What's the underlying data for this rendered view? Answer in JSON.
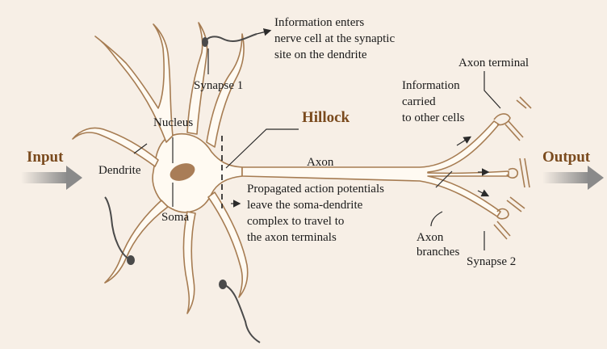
{
  "colors": {
    "background": "#f7efe6",
    "cell_fill": "#fffaf2",
    "cell_outline": "#a67c52",
    "nucleus": "#a97d57",
    "hillock_label": "#7a4a1d",
    "io_label": "#7a4a1d",
    "pointer": "#2b2b2b",
    "synapse_line": "#4a4a4a"
  },
  "labels": {
    "input": "Input",
    "output": "Output",
    "hillock": "Hillock",
    "dendrite": "Dendrite",
    "nucleus": "Nucleus",
    "soma": "Soma",
    "axon": "Axon",
    "axon_terminal": "Axon terminal",
    "synapse_1": "Synapse 1",
    "synapse_2": "Synapse 2",
    "axon_branches": [
      "Axon",
      "branches"
    ],
    "info_enters": [
      "Information enters",
      "nerve cell at the synaptic",
      "site on the dendrite"
    ],
    "info_carried": [
      "Information",
      "carried",
      "to other cells"
    ],
    "propagated": [
      "Propagated action potentials",
      "leave the soma-dendrite",
      "complex to travel to",
      "the axon terminals"
    ]
  },
  "icons": [
    "input-arrow-icon",
    "output-arrow-icon",
    "direction-arrow-icon"
  ]
}
